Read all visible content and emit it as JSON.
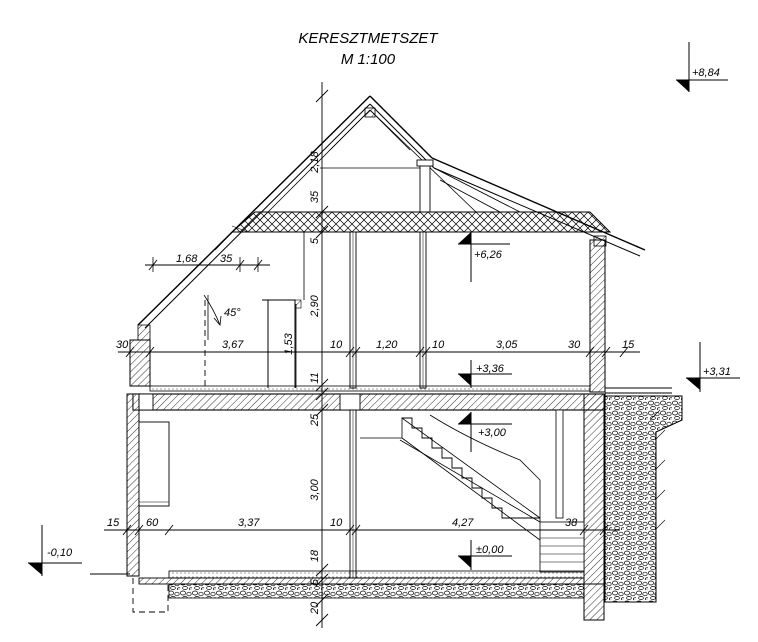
{
  "title": {
    "line1": "KERESZTMETSZET",
    "line2": "M 1:100"
  },
  "levels": {
    "top": "+8,84",
    "attic_ceiling": "+6,26",
    "upper_floor": "+3,36",
    "terrace": "+3,31",
    "slab_underside": "+3,00",
    "ground_floor": "±0,00",
    "exterior_ground": "-0,10"
  },
  "dims": {
    "vert_218": "2,18",
    "vert_35": "35",
    "vert_5": "5",
    "vert_290": "2,90",
    "vert_153": "1,53",
    "vert_11": "11",
    "vert_25": "25",
    "vert_300": "3,00",
    "vert_18": "18",
    "vert_5b": "5",
    "vert_20": "20",
    "eave_168": "1,68",
    "eave_35": "35",
    "angle": "45°",
    "up_30a": "30",
    "up_367": "3,67",
    "up_10a": "10",
    "up_120": "1,20",
    "up_10b": "10",
    "up_305": "3,05",
    "up_30b": "30",
    "up_15": "15",
    "gr_15": "15",
    "gr_60": "60",
    "gr_337": "3,37",
    "gr_10": "10",
    "gr_427": "4,27",
    "gr_38": "38"
  }
}
